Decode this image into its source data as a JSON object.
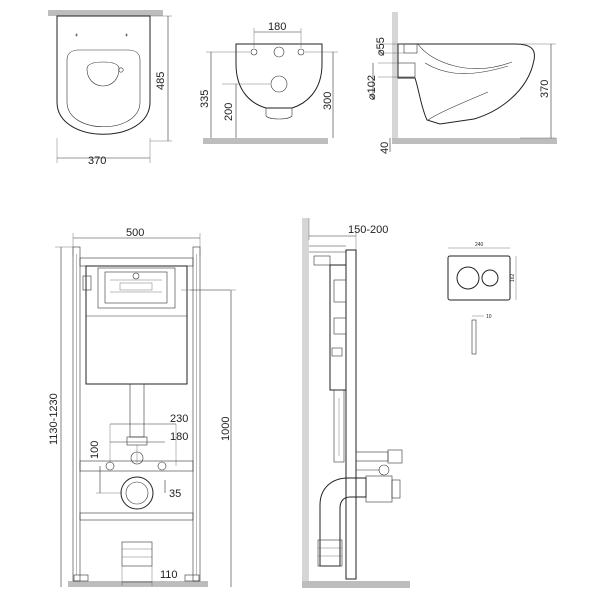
{
  "top_views": {
    "front_view": {
      "width_label": "370",
      "height_label": "485"
    },
    "back_view": {
      "hole_spacing_label": "180",
      "height_total_label": "335",
      "height_lower_label": "200",
      "height_right_label": "300"
    },
    "side_view": {
      "pipe_small_label": "⌀55",
      "pipe_large_label": "⌀102",
      "height_label": "370",
      "floor_label": "40"
    }
  },
  "frame_front": {
    "width_label": "500",
    "height_range_label": "1130-1230",
    "height_label": "1000",
    "dim_230_label": "230",
    "dim_180_label": "180",
    "dim_100_label": "100",
    "dim_35_label": "35",
    "dim_110_label": "110"
  },
  "frame_side": {
    "depth_label": "150-200"
  },
  "flush_plate": {
    "width_label": "240",
    "height_label": "162",
    "thickness_label": "10"
  }
}
